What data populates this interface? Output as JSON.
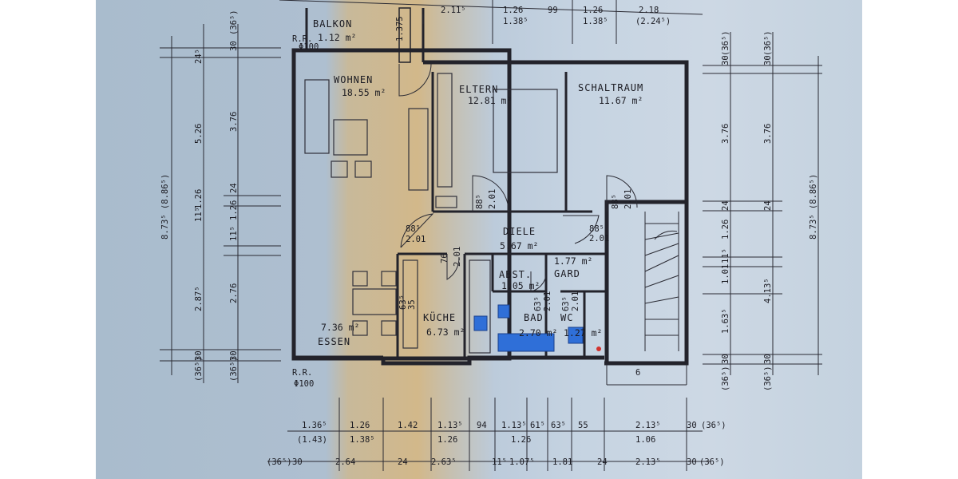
{
  "rooms": [
    {
      "name": "BALKON",
      "area": "1.12 m²"
    },
    {
      "name": "WOHNEN",
      "area": "18.55 m²"
    },
    {
      "name": "ELTERN",
      "area": "12.81 m²"
    },
    {
      "name": "SCHALTRAUM",
      "area": "11.67 m²"
    },
    {
      "name": "DIELE",
      "area": "5.67 m²"
    },
    {
      "name": "ABST.",
      "area": "1.05 m²"
    },
    {
      "name": "GARD",
      "area": "1.77 m²"
    },
    {
      "name": "KÜCHE",
      "area": "6.73 m²"
    },
    {
      "name": "BAD",
      "area": "2.70 m²"
    },
    {
      "name": "WC",
      "area": "1.27 m²"
    },
    {
      "name": "ESSEN",
      "area": "7.36 m²"
    }
  ],
  "annotations": {
    "rr_top": "R.R.",
    "pipe_top": "Φ100",
    "rr_bottom": "R.R.",
    "pipe_bottom": "Φ100",
    "balkon_dim": "1.375",
    "stair_num": "6"
  },
  "doors": {
    "eltern_w": "88⁵",
    "eltern_h": "2.01",
    "schalt_w": "88⁵",
    "schalt_h": "2.01",
    "wohn_w": "88⁵",
    "wohn_h": "2.01",
    "gard_w": "88⁵",
    "gard_h": "2.01",
    "kueche_w": "76",
    "kueche_h": "2.01",
    "kueche_side_w": "63⁵",
    "kueche_side_h": "35",
    "bad_w": "63⁵",
    "bad_h": "2.01",
    "wc_w": "63⁵",
    "wc_h": "2.01"
  },
  "dims_top": {
    "row1": [
      "2.11⁵",
      "1.26",
      "99",
      "1.26",
      "2.18"
    ],
    "row2": [
      "1.38⁵",
      "1.38⁵",
      "(2.24⁵)"
    ]
  },
  "dims_bottom": {
    "row1": [
      "1.36⁵",
      "1.26",
      "1.42",
      "1.13⁵",
      "94",
      "1.13⁵",
      "61⁵",
      "63⁵",
      "55",
      "2.13⁵",
      "30",
      "(36⁵)"
    ],
    "row2": [
      "(1.43)",
      "1.38⁵",
      "1.26",
      "1.26",
      "1.06"
    ],
    "row3": [
      "(36⁵)",
      "30",
      "2.64",
      "24",
      "2.63⁵",
      "11⁵",
      "1.07⁵",
      "1.81",
      "24",
      "2.13⁵",
      "30",
      "(36⁵)"
    ]
  },
  "dims_left": {
    "outer": "8.73⁵ (8.86⁵)",
    "mid": [
      "24⁵",
      "5.26",
      "11⁵",
      "1.26",
      "2.87⁵",
      "(36⁵)",
      "30"
    ],
    "inner": [
      "30",
      "(36⁵)",
      "3.76",
      "24",
      "1.26",
      "11⁵",
      "2.76",
      "(36⁵)",
      "30"
    ]
  },
  "dims_right": {
    "inner": [
      "30",
      "(36⁵)",
      "3.76",
      "24",
      "1.26",
      "11⁵",
      "1.01",
      "1.63⁵",
      "(36⁵)",
      "30"
    ],
    "mid": [
      "30",
      "(36⁵)",
      "3.76",
      "24",
      "4.13⁵",
      "(36⁵)",
      "30"
    ],
    "outer": "8.73⁵ (8.86⁵)"
  }
}
